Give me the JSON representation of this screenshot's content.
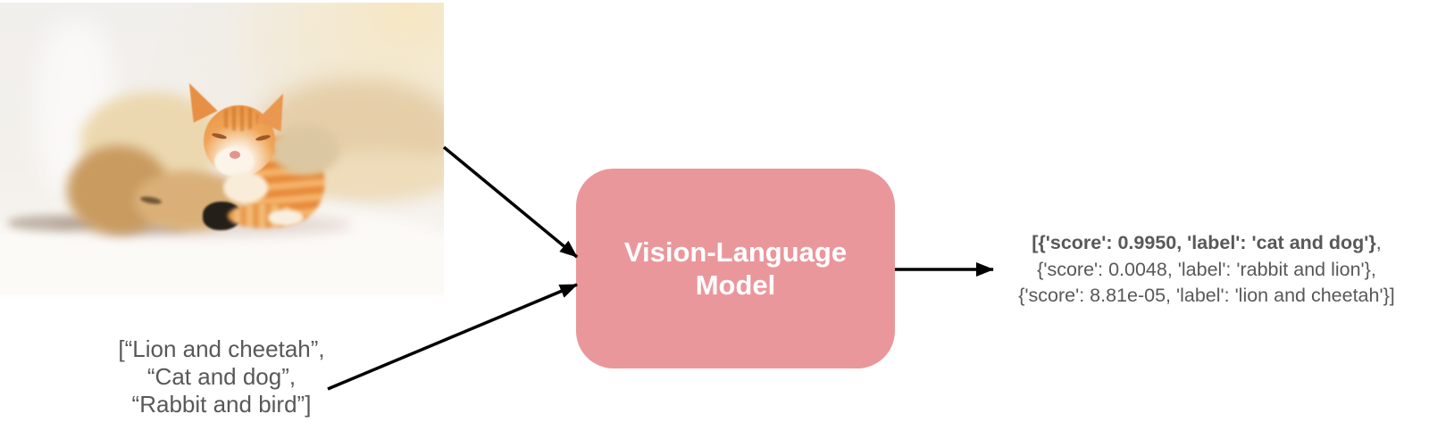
{
  "photo": {
    "alt": "Sleeping cream puppy with a ginger kitten resting against its head on a white rug"
  },
  "text_prompt": {
    "lines": [
      "[“Lion and cheetah”,",
      "“Cat and dog”,",
      "“Rabbit and bird”]"
    ]
  },
  "model": {
    "name": "Vision-Language Model",
    "lines": [
      "Vision-Language",
      "Model"
    ],
    "fill_color": "#ea979c",
    "text_color": "#ffffff"
  },
  "output": {
    "line1_bold": "[{'score': 0.9950, 'label': 'cat and dog'}",
    "line1_tail": ",",
    "line2": "{'score': 0.0048, 'label': 'rabbit and lion'},",
    "line3": "{'score': 8.81e-05, 'label': 'lion and cheetah'}]"
  },
  "style": {
    "arrow_color": "#000000",
    "text_color": "#58585a",
    "background": "#ffffff"
  }
}
